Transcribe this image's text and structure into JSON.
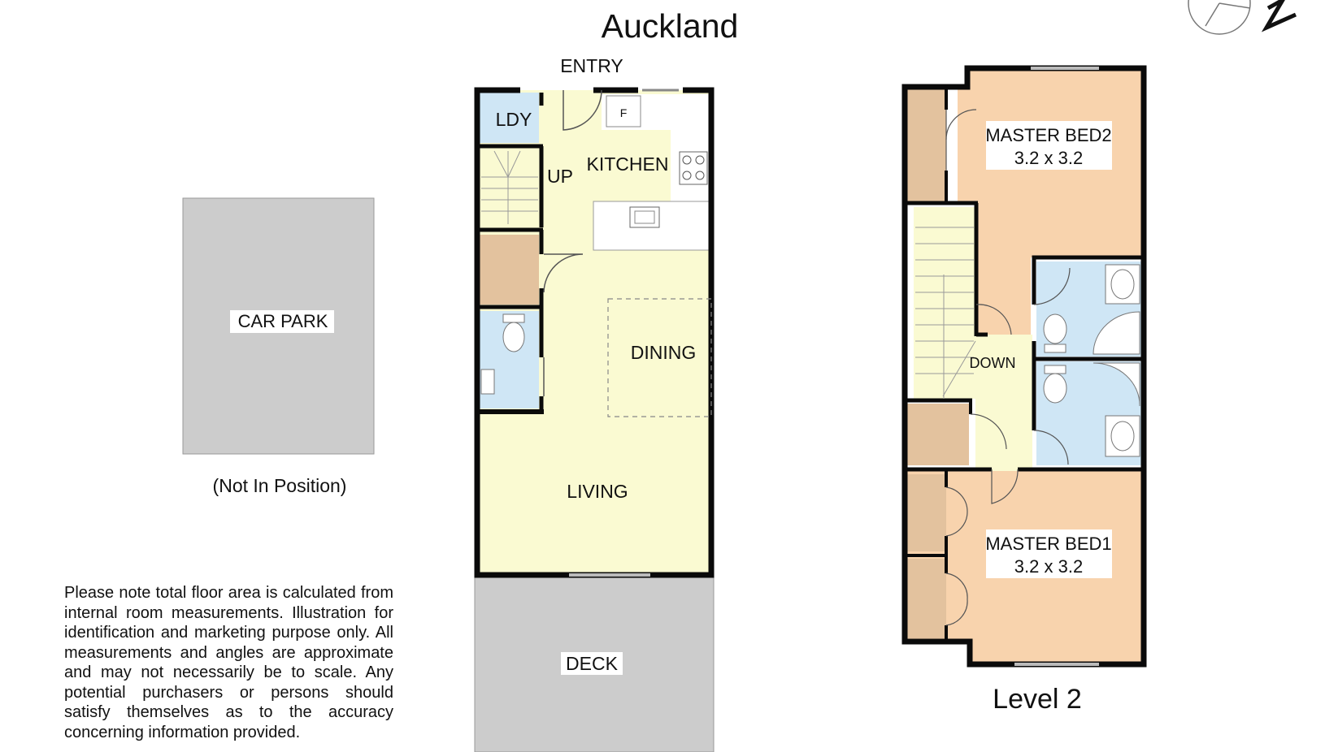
{
  "header": {
    "title_partial": "Auckland",
    "entry_label": "ENTRY"
  },
  "car_park": {
    "label": "CAR PARK",
    "note": "(Not In Position)"
  },
  "ground_floor": {
    "rooms": {
      "laundry": "LDY",
      "stairs_up": "UP",
      "kitchen": "KITCHEN",
      "fridge": "F",
      "dining": "DINING",
      "living": "LIVING",
      "deck": "DECK"
    }
  },
  "level2": {
    "caption": "Level 2",
    "stairs_down": "DOWN",
    "master_bed2": {
      "name": "MASTER BED2",
      "size": "3.2 x 3.2"
    },
    "master_bed1": {
      "name": "MASTER BED1",
      "size": "3.2 x 3.2"
    }
  },
  "disclaimer": "Please note total floor area is calculated from internal room measurements. Illustration for identification and marketing purpose only. All measurements and angles are approximate and may not necessarily be to scale. Any potential purchasers or persons should satisfy themselves as to the accuracy concerning information provided.",
  "colors": {
    "wall": "#0a0a0a",
    "living_fill": "#fafad2",
    "wet_fill": "#cfe6f5",
    "storage_fill": "#e3c29e",
    "bedroom_fill": "#f8d3ad",
    "deck_fill": "#cccccc",
    "carpark_fill": "#cccccc"
  },
  "icons": [
    "compass-north-arrow-icon",
    "stove-icon",
    "sink-icon",
    "toilet-icon",
    "basin-icon",
    "shower-icon"
  ]
}
